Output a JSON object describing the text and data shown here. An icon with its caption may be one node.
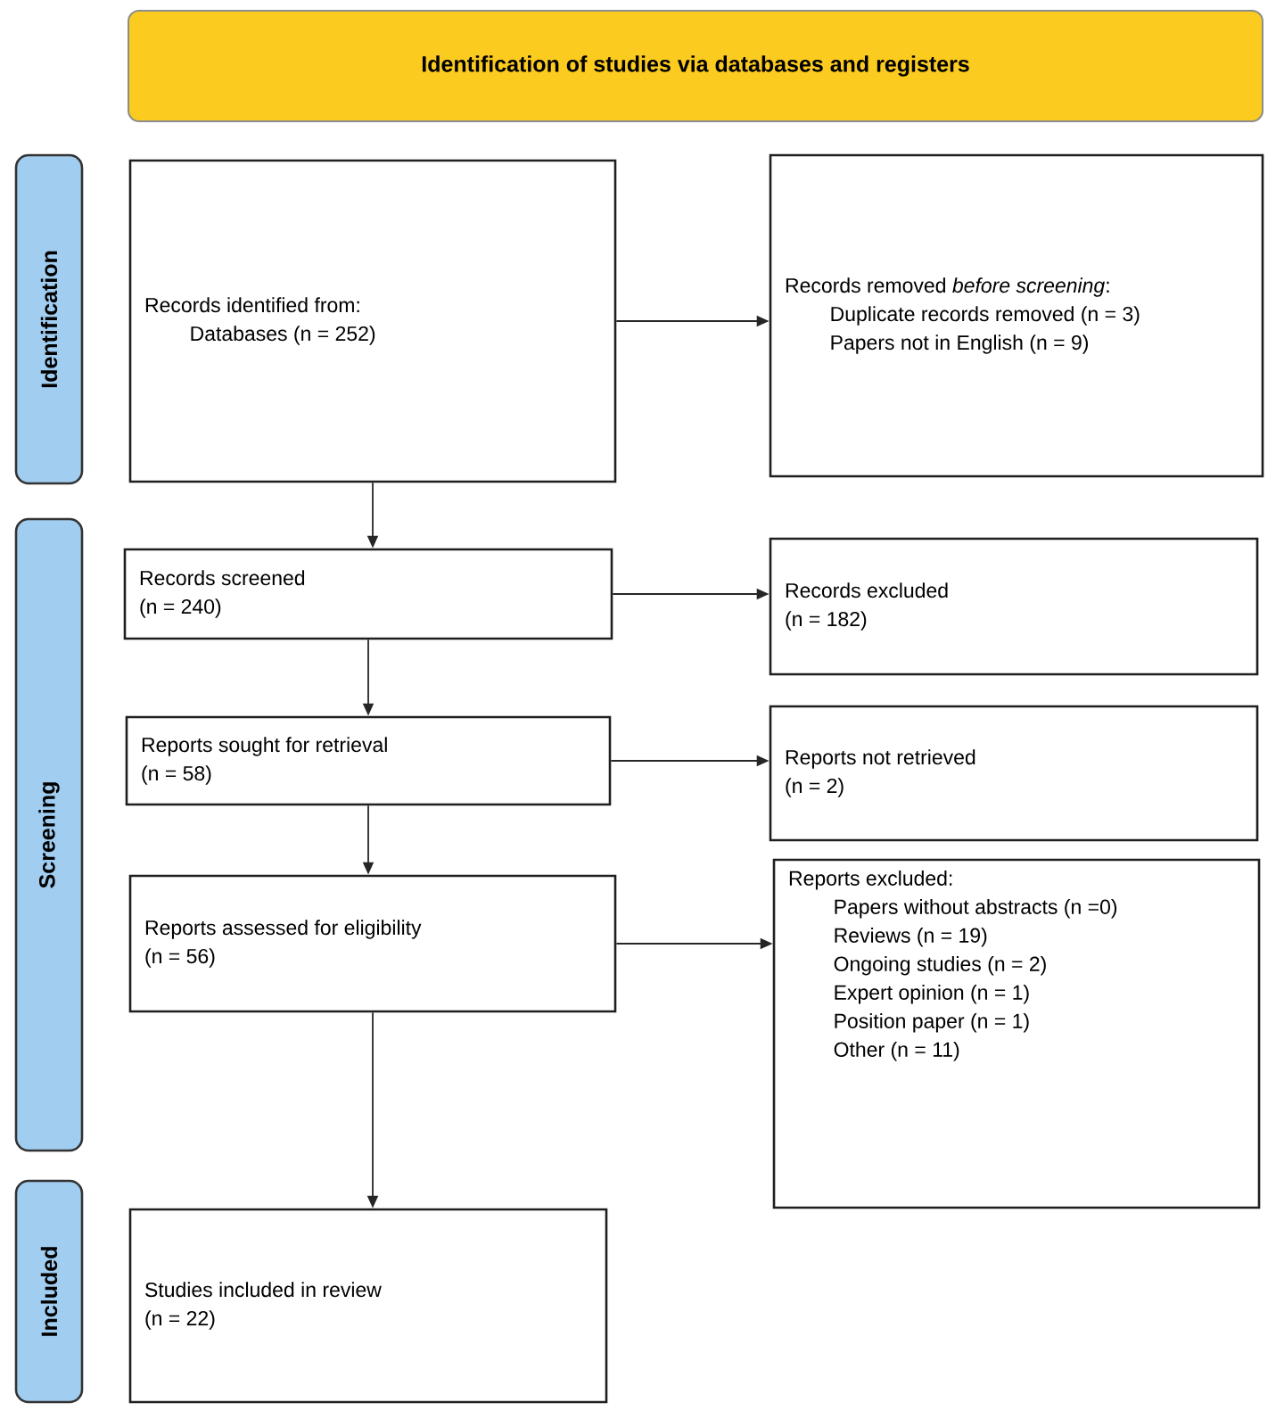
{
  "diagram": {
    "nodes": [
      {
        "text": [
          "Identification of studies via databases and registers"
        ]
      },
      {
        "text": [
          "Identification"
        ]
      },
      {
        "text": [
          "Screening"
        ]
      },
      {
        "text": [
          "Included"
        ]
      },
      {
        "text": [
          "Records identified from:",
          "Databases (n = 252)"
        ]
      },
      {
        "text": [
          "Records removed *before screening*:",
          "Duplicate records removed  (n = 3)",
          "Papers not in English (n = 9)"
        ]
      },
      {
        "text": [
          "Records screened",
          "(n = 240)"
        ]
      },
      {
        "text": [
          "Records excluded",
          "(n = 182)"
        ]
      },
      {
        "text": [
          "Reports sought for retrieval",
          "(n = 58)"
        ]
      },
      {
        "text": [
          "Reports not retrieved",
          "(n = 2)"
        ]
      },
      {
        "text": [
          "Reports assessed for eligibility",
          "(n = 56)"
        ]
      },
      {
        "text": [
          "Reports excluded:",
          "Papers without abstracts (n =0)",
          "Reviews (n = 19)",
          "Ongoing studies (n = 2)",
          "Expert opinion (n = 1)",
          "Position paper (n = 1)",
          "Other (n = 11)"
        ]
      },
      {
        "text": [
          "Studies included in review",
          "(n = 22)"
        ]
      }
    ],
    "edges": [
      {
        "from": 4,
        "to": 5,
        "arrow": "to"
      },
      {
        "from": 4,
        "to": 6,
        "arrow": "to"
      },
      {
        "from": 6,
        "to": 7,
        "arrow": "to"
      },
      {
        "from": 6,
        "to": 8,
        "arrow": "to"
      },
      {
        "from": 8,
        "to": 9,
        "arrow": "to"
      },
      {
        "from": 8,
        "to": 10,
        "arrow": "to"
      },
      {
        "from": 10,
        "to": 11,
        "arrow": "to"
      },
      {
        "from": 10,
        "to": 12,
        "arrow": "to"
      }
    ]
  }
}
